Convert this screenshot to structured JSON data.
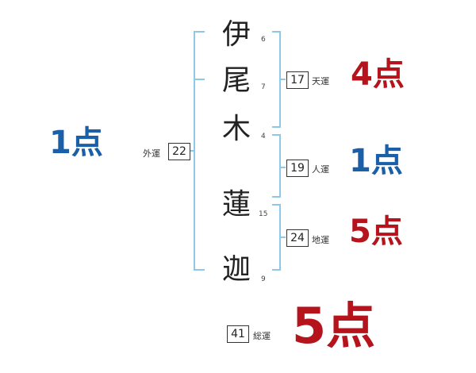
{
  "name": {
    "surname": [
      {
        "char": "伊",
        "strokes": "6"
      },
      {
        "char": "尾",
        "strokes": "7"
      },
      {
        "char": "木",
        "strokes": "4"
      }
    ],
    "given": [
      {
        "char": "蓮",
        "strokes": "15"
      },
      {
        "char": "迦",
        "strokes": "9"
      }
    ]
  },
  "fortunes": {
    "outer": {
      "label": "外運",
      "value": "22",
      "score": "1点"
    },
    "heaven": {
      "label": "天運",
      "value": "17",
      "score": "4点"
    },
    "person": {
      "label": "人運",
      "value": "19",
      "score": "1点"
    },
    "earth": {
      "label": "地運",
      "value": "24",
      "score": "5点"
    },
    "total": {
      "label": "総運",
      "value": "41",
      "score": "5点"
    }
  },
  "colors": {
    "bracket": "#8ec8e8",
    "blue": "#1a5fa8",
    "red": "#b5141c"
  }
}
